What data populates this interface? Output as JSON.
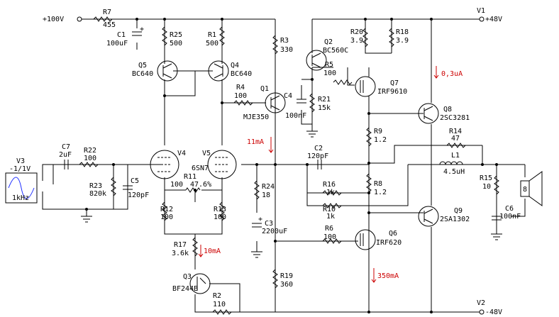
{
  "supplies": {
    "hv": "+100V",
    "v1_name": "V1",
    "v1_value": "+48V",
    "v2_name": "V2",
    "v2_value": "-48V"
  },
  "source": {
    "name": "V3",
    "value": "-1/1V",
    "freq": "1kHz"
  },
  "resistors": {
    "R1": {
      "name": "R1",
      "value": "500"
    },
    "R2": {
      "name": "R2",
      "value": "110"
    },
    "R3": {
      "name": "R3",
      "value": "330"
    },
    "R4": {
      "name": "R4",
      "value": "100"
    },
    "R5": {
      "name": "R5",
      "value": "100"
    },
    "R6": {
      "name": "R6",
      "value": "100"
    },
    "R7": {
      "name": "R7",
      "value": "455"
    },
    "R8": {
      "name": "R8",
      "value": "1.2"
    },
    "R9": {
      "name": "R9",
      "value": "1.2"
    },
    "R10": {
      "name": "R10",
      "value": "1k"
    },
    "R11": {
      "name": "R11",
      "value": "100",
      "wiper": "47.6%"
    },
    "R12": {
      "name": "R12",
      "value": "100"
    },
    "R13": {
      "name": "R13",
      "value": "100"
    },
    "R14": {
      "name": "R14",
      "value": "47"
    },
    "R15": {
      "name": "R15",
      "value": "10"
    },
    "R16": {
      "name": "R16",
      "value": "1k"
    },
    "R17": {
      "name": "R17",
      "value": "3.6k"
    },
    "R18": {
      "name": "R18",
      "value": "3.9"
    },
    "R19": {
      "name": "R19",
      "value": "360"
    },
    "R20": {
      "name": "R20",
      "value": "3.9"
    },
    "R21": {
      "name": "R21",
      "value": "15k"
    },
    "R22": {
      "name": "R22",
      "value": "100"
    },
    "R23": {
      "name": "R23",
      "value": "820k"
    },
    "R24": {
      "name": "R24",
      "value": "18"
    },
    "R25": {
      "name": "R25",
      "value": "500"
    }
  },
  "capacitors": {
    "C1": {
      "name": "C1",
      "value": "100uF"
    },
    "C2": {
      "name": "C2",
      "value": "120pF"
    },
    "C3": {
      "name": "C3",
      "value": "2200uF"
    },
    "C4": {
      "name": "C4",
      "value": "100nF"
    },
    "C5": {
      "name": "C5",
      "value": "120pF"
    },
    "C6": {
      "name": "C6",
      "value": "100nF"
    },
    "C7": {
      "name": "C7",
      "value": "2uF"
    }
  },
  "inductor": {
    "name": "L1",
    "value": "4.5uH"
  },
  "transistors": {
    "Q1": {
      "name": "Q1",
      "type": "MJE350"
    },
    "Q2": {
      "name": "Q2",
      "type": "BC560C"
    },
    "Q3": {
      "name": "Q3",
      "type": "BF244B"
    },
    "Q4": {
      "name": "Q4",
      "type": "BC640"
    },
    "Q5": {
      "name": "Q5",
      "type": "BC640"
    },
    "Q6": {
      "name": "Q6",
      "type": "IRF620"
    },
    "Q7": {
      "name": "Q7",
      "type": "IRF9610"
    },
    "Q8": {
      "name": "Q8",
      "type": "2SC3281"
    },
    "Q9": {
      "name": "Q9",
      "type": "2SA1302"
    }
  },
  "tubes": {
    "V4": {
      "name": "V4",
      "type": "6SN7"
    },
    "V5": {
      "name": "V5"
    }
  },
  "speaker": {
    "value": "8"
  },
  "currents": {
    "i_03ua": "0,3uA",
    "i_11ma": "11mA",
    "i_10ma": "10mA",
    "i_350ma": "350mA"
  }
}
